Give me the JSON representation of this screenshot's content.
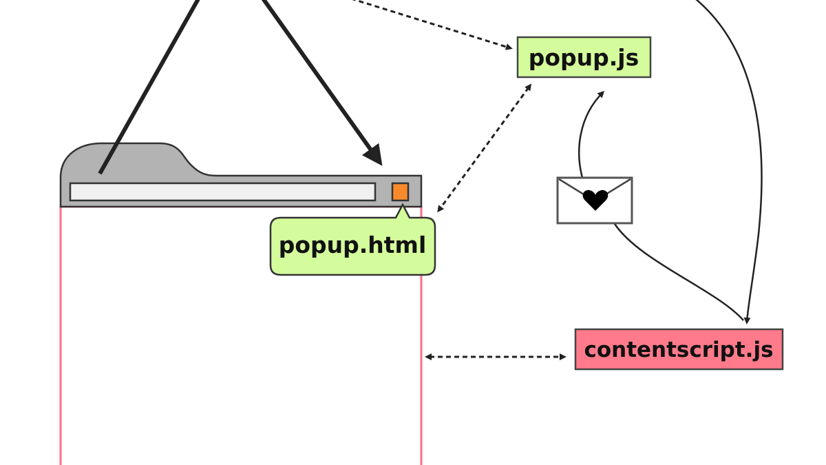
{
  "nodes": {
    "popup_js": {
      "label": "popup.js",
      "color": "#d4fc9c"
    },
    "popup_html": {
      "label": "popup.html",
      "color": "#d4fc9c"
    },
    "contentscript_js": {
      "label": "contentscript.js",
      "color": "#ff7b8b"
    }
  },
  "colors": {
    "browser_chrome": "#b3b3b3",
    "address_bar": "#f0f0f0",
    "extension_button": "#f98a2c",
    "page_border": "#ff6d85"
  },
  "icons": [
    "envelope-heart-icon",
    "extension-button-icon"
  ]
}
